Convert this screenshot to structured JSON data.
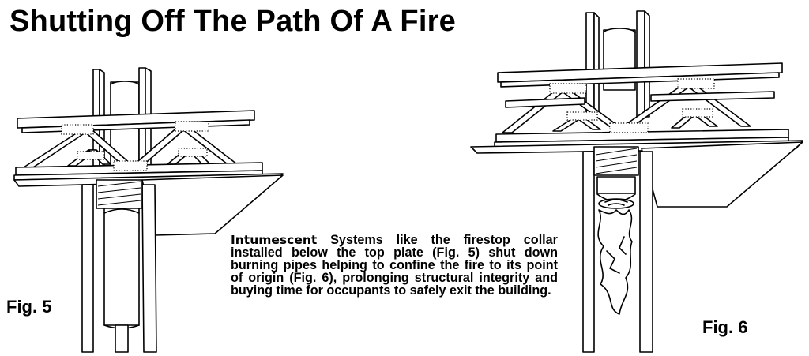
{
  "title": "Shutting Off The Path Of A Fire",
  "figures": [
    {
      "label": "Fig. 5"
    },
    {
      "label": "Fig. 6"
    }
  ],
  "caption": {
    "lead": "Intumescent",
    "body": " Systems like the firestop collar installed below the top plate (Fig. 5) shut down burning pipes helping to confine the fire to its point of origin (Fig. 6), prolonging structural integrity and buying time for occupants to safely exit the building."
  },
  "icons": [
    "truss-ceiling-illustration",
    "fire-flame-icon",
    "firestop-collar-icon"
  ],
  "colors": {
    "ink": "#000000",
    "paper": "#ffffff"
  }
}
